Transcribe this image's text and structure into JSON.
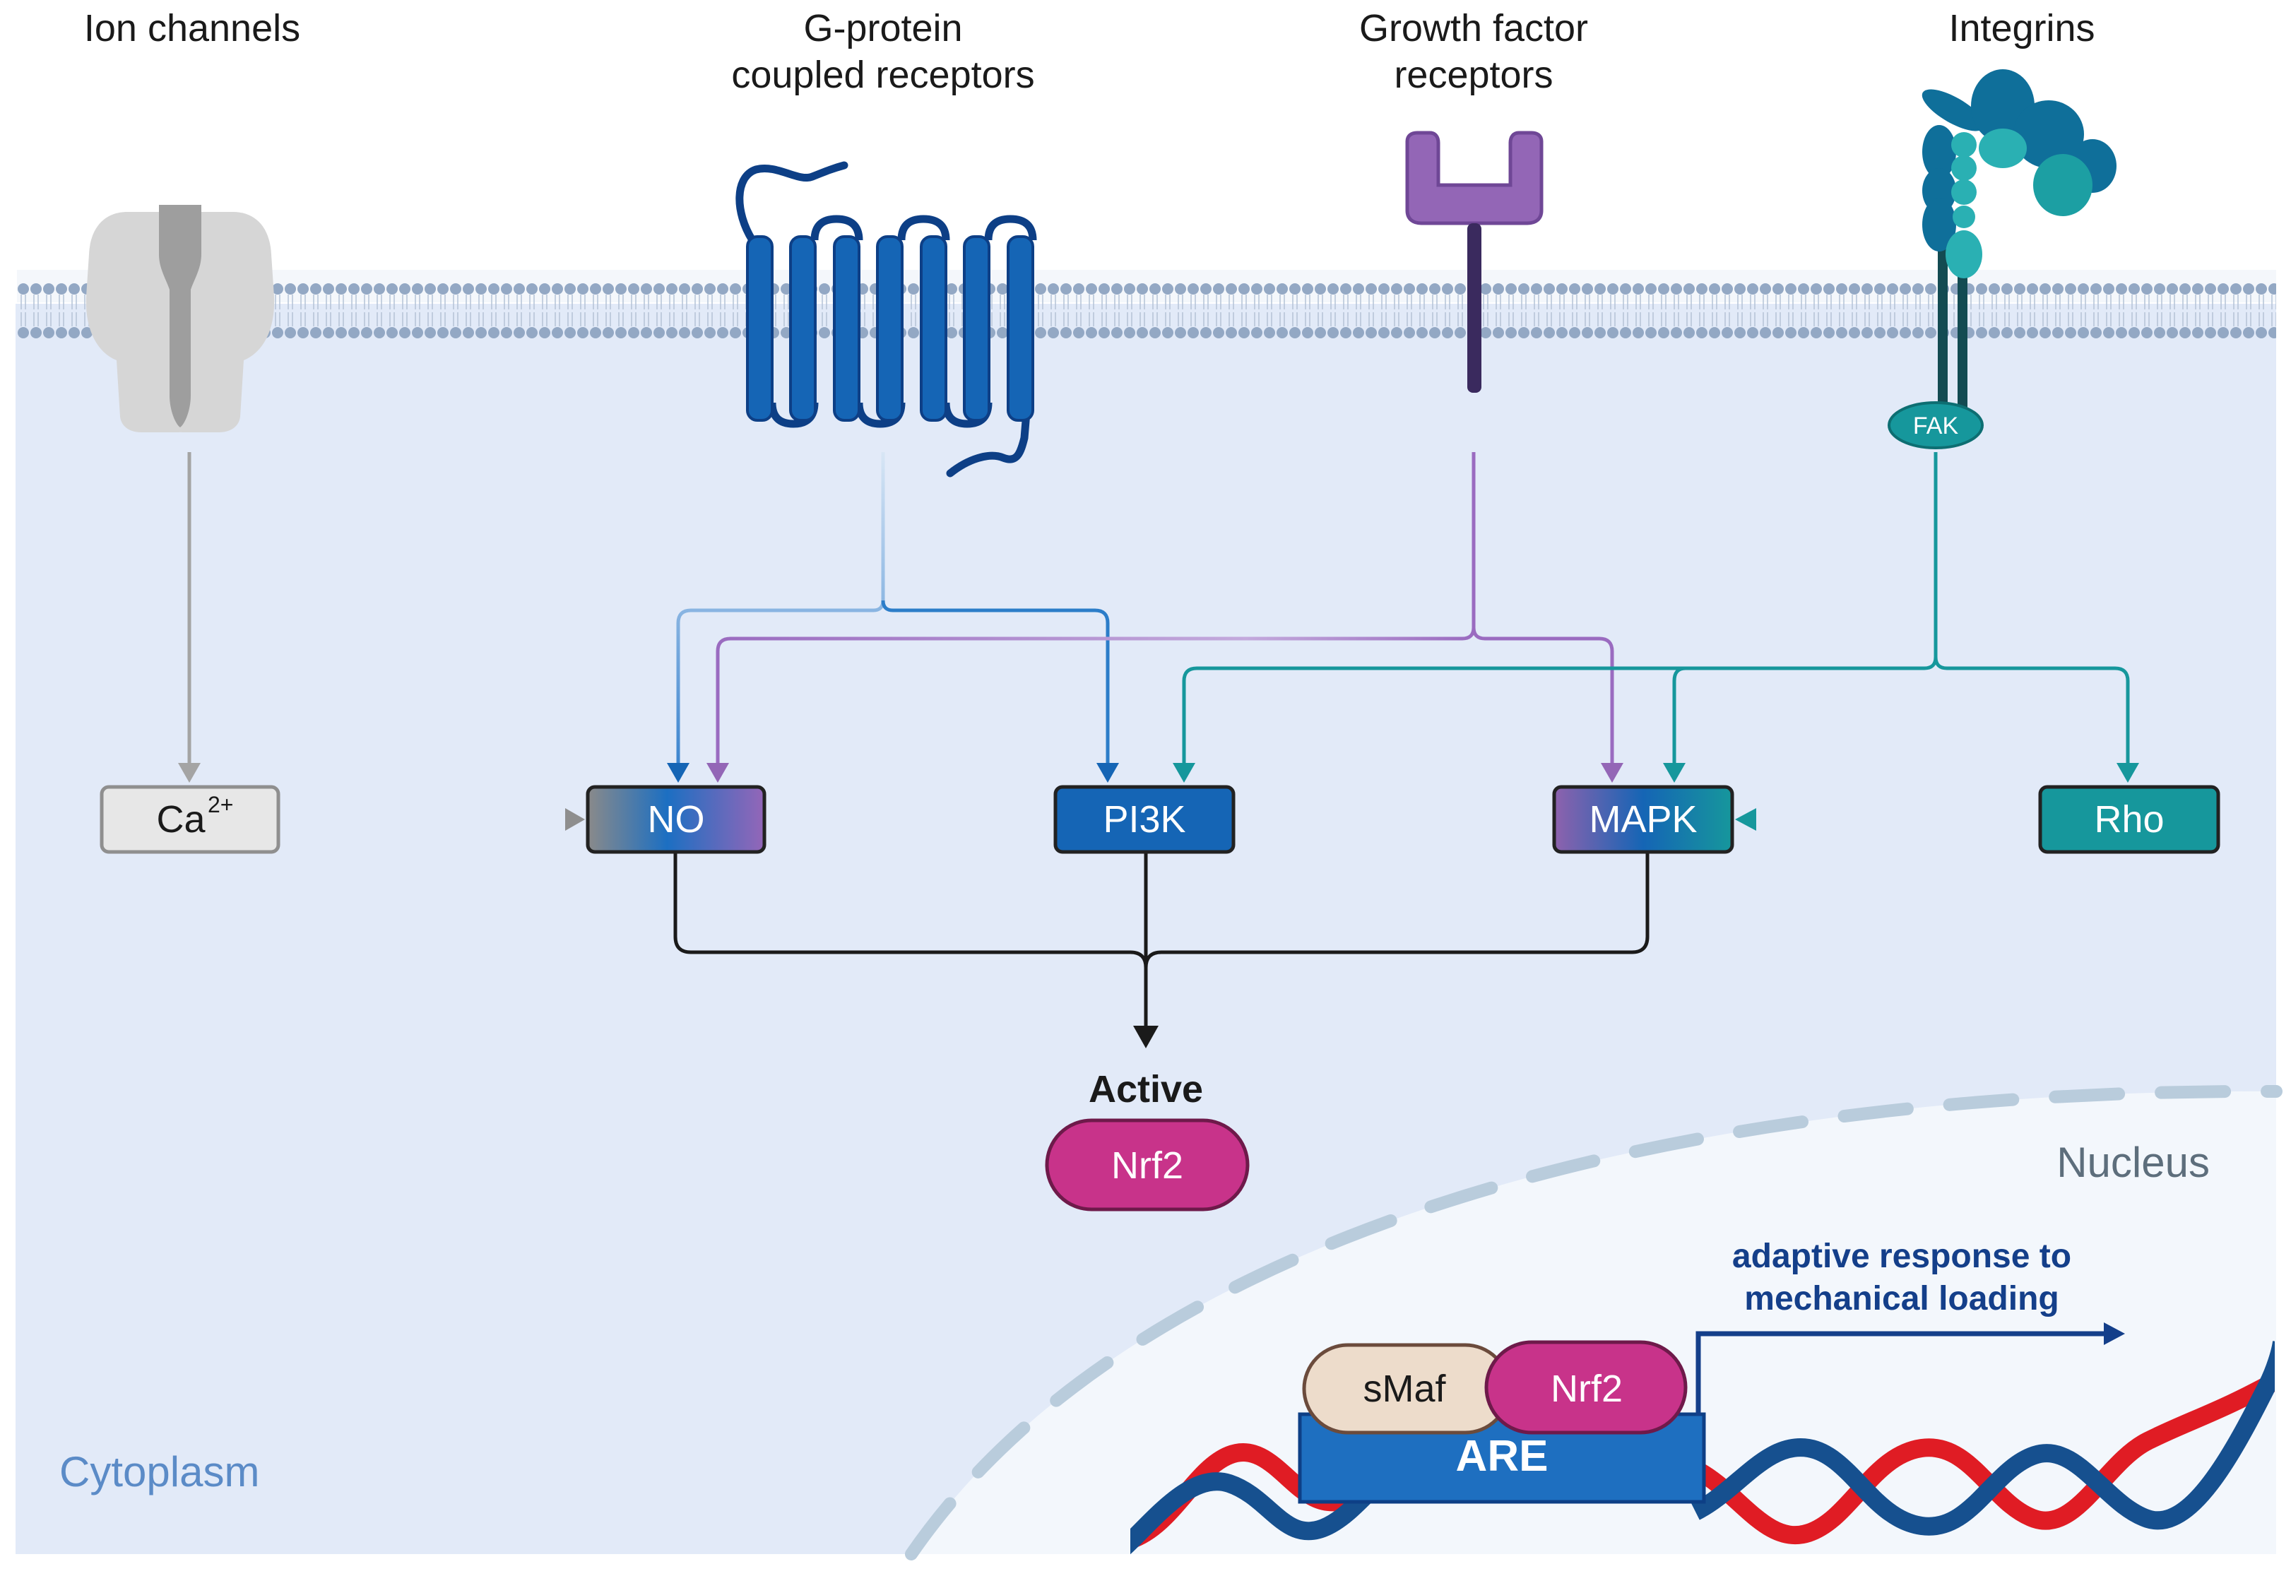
{
  "receptors": {
    "ion_channels": "Ion channels",
    "gpcr_line1": "G-protein",
    "gpcr_line2": "coupled receptors",
    "gf_line1": "Growth factor",
    "gf_line2": "receptors",
    "integrins": "Integrins",
    "fak": "FAK"
  },
  "nodes": {
    "ca": "Ca",
    "ca_sup": "2+",
    "no": "NO",
    "pi3k": "PI3K",
    "mapk": "MAPK",
    "rho": "Rho"
  },
  "nrf2": {
    "active_label": "Active",
    "name": "Nrf2"
  },
  "nucleus": {
    "label": "Nucleus",
    "response_line1": "adaptive response to",
    "response_line2": "mechanical loading",
    "smaf": "sMaf",
    "nrf2": "Nrf2",
    "are": "ARE"
  },
  "cytoplasm": {
    "label": "Cytoplasm"
  },
  "colors": {
    "cytoplasm_bg": "#e2eaf8",
    "nucleus_bg": "#f3f7fc",
    "membrane_head": "#93a8c4",
    "gpcr": "#1565b5",
    "growth_factor": "#8e62ad",
    "integrin": "#16979c",
    "ion_channel": "#a8a8a8",
    "nrf2": "#c8338a",
    "are": "#1e6fc0",
    "dna_red": "#e01c24",
    "dna_blue": "#16508f",
    "response_text": "#143f8a",
    "smaf": "#eddccb"
  }
}
